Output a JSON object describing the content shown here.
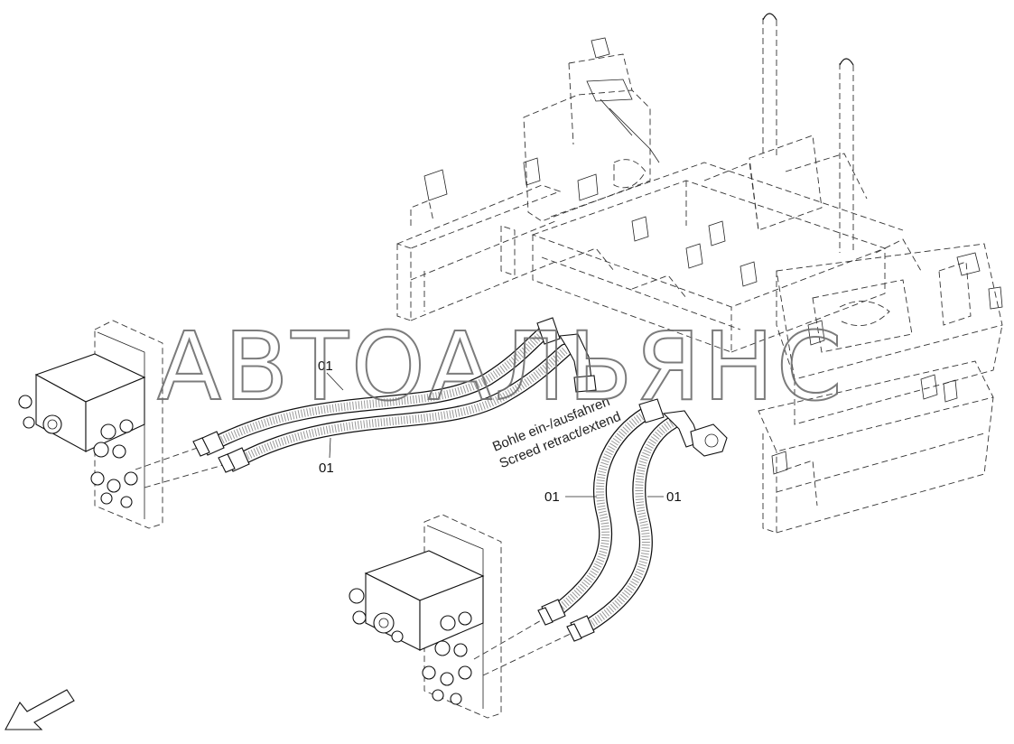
{
  "diagram": {
    "part_labels": [
      "01",
      "01",
      "01",
      "01"
    ],
    "note_line1": "Bohle ein-/ausfahren",
    "note_line2": "Screed retract/extend",
    "watermark": "АВТОАЛЬЯНС",
    "direction_arrow_icon": "arrow-down-left-icon"
  }
}
